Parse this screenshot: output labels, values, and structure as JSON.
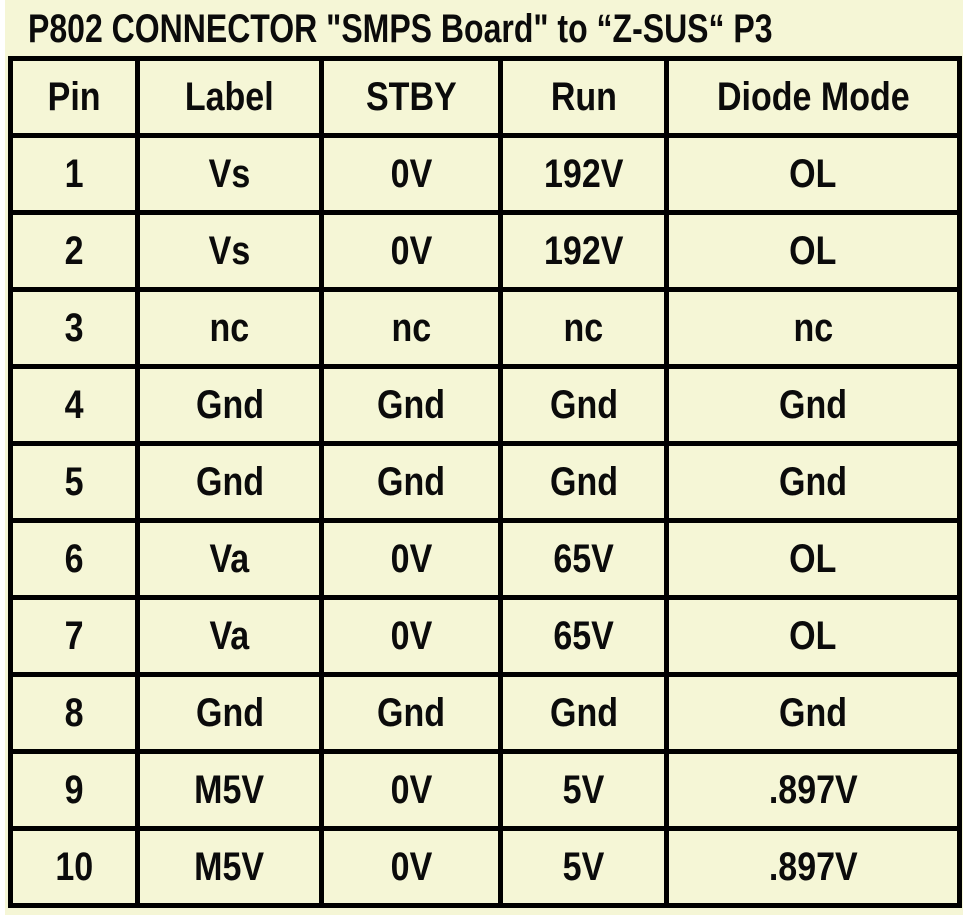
{
  "page": {
    "title": "P802 CONNECTOR \"SMPS Board\" to “Z-SUS“ P3"
  },
  "colors": {
    "background": "#f5f6d6",
    "border": "#000000",
    "text": "#0b0b0b",
    "edge_strip": "#ffffff"
  },
  "table": {
    "columns": [
      "Pin",
      "Label",
      "STBY",
      "Run",
      "Diode Mode"
    ],
    "rows": [
      {
        "pin": "1",
        "label": "Vs",
        "stby": "0V",
        "run": "192V",
        "diode_mode": "OL"
      },
      {
        "pin": "2",
        "label": "Vs",
        "stby": "0V",
        "run": "192V",
        "diode_mode": "OL"
      },
      {
        "pin": "3",
        "label": "nc",
        "stby": "nc",
        "run": "nc",
        "diode_mode": "nc"
      },
      {
        "pin": "4",
        "label": "Gnd",
        "stby": "Gnd",
        "run": "Gnd",
        "diode_mode": "Gnd"
      },
      {
        "pin": "5",
        "label": "Gnd",
        "stby": "Gnd",
        "run": "Gnd",
        "diode_mode": "Gnd"
      },
      {
        "pin": "6",
        "label": "Va",
        "stby": "0V",
        "run": "65V",
        "diode_mode": "OL"
      },
      {
        "pin": "7",
        "label": "Va",
        "stby": "0V",
        "run": "65V",
        "diode_mode": "OL"
      },
      {
        "pin": "8",
        "label": "Gnd",
        "stby": "Gnd",
        "run": "Gnd",
        "diode_mode": "Gnd"
      },
      {
        "pin": "9",
        "label": "M5V",
        "stby": "0V",
        "run": "5V",
        "diode_mode": ".897V"
      },
      {
        "pin": "10",
        "label": "M5V",
        "stby": "0V",
        "run": "5V",
        "diode_mode": ".897V"
      }
    ]
  }
}
